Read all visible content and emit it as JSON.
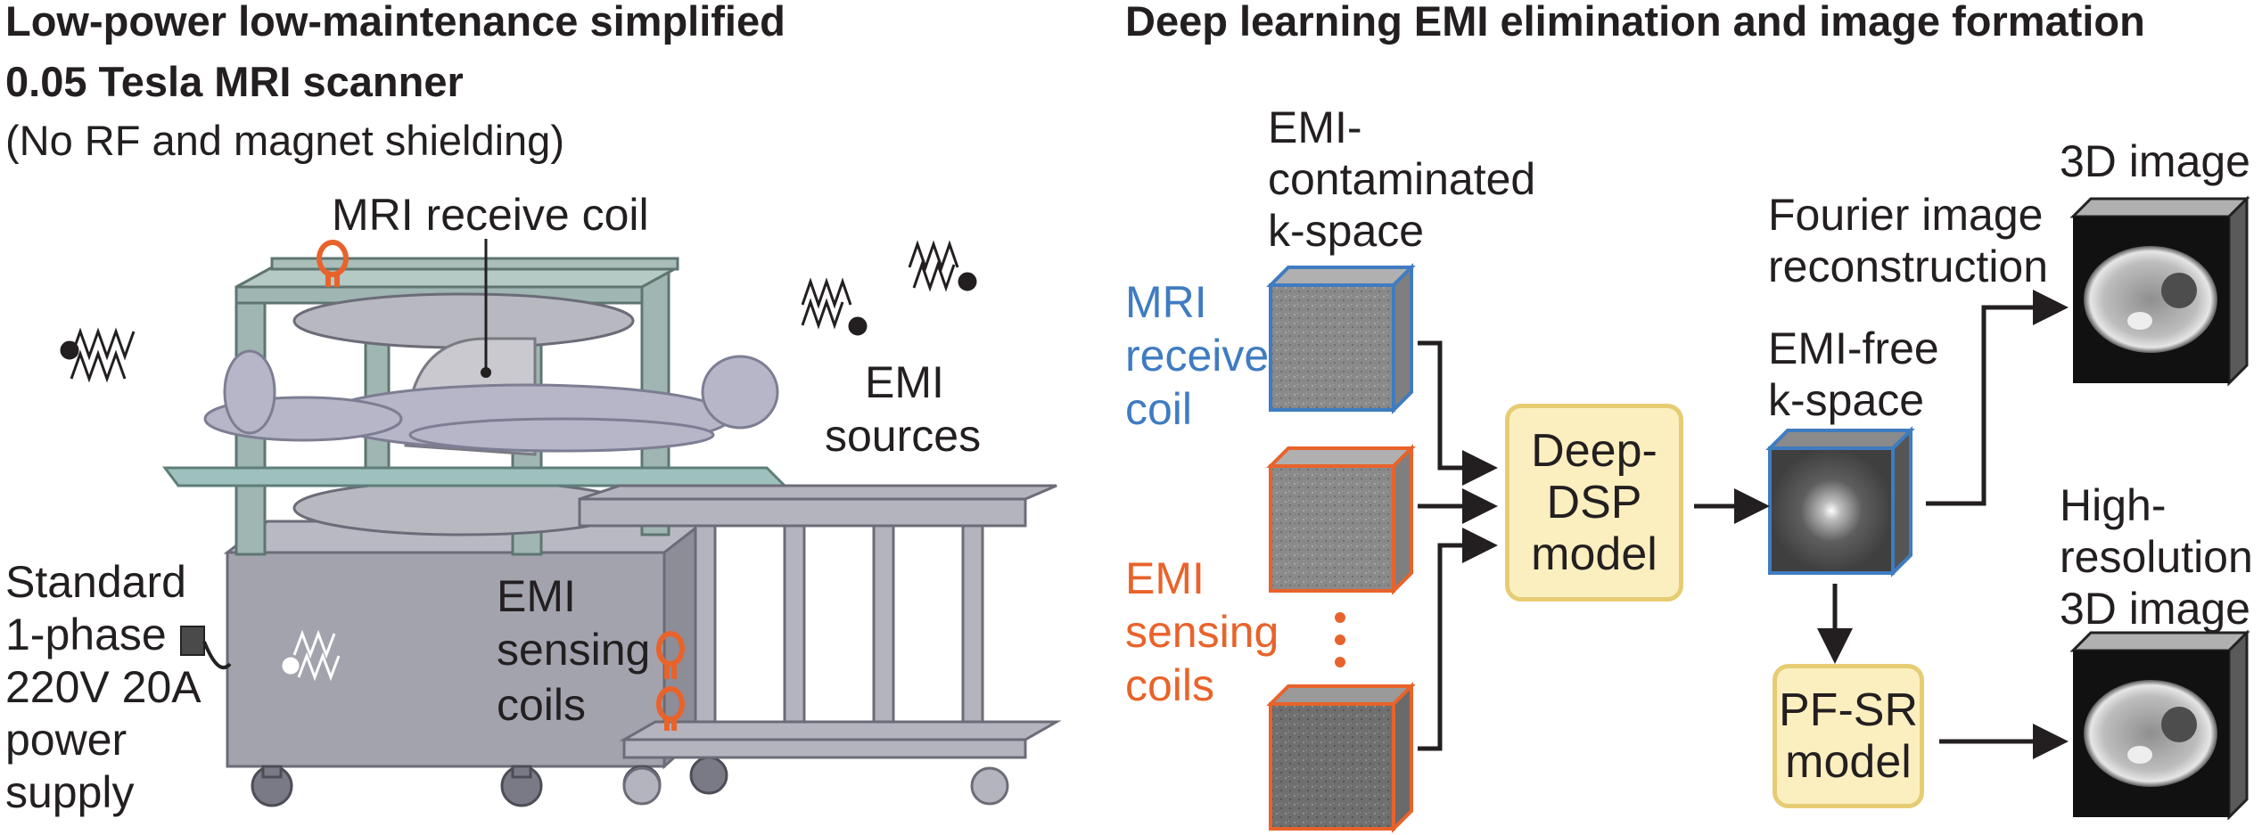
{
  "left_panel": {
    "title_line1": "Low-power low-maintenance simplified",
    "title_line2": "0.05 Tesla MRI scanner",
    "subtitle": "(No RF and magnet shielding)",
    "label_receive_coil": "MRI receive coil",
    "label_emi_sources_1": "EMI",
    "label_emi_sources_2": "sources",
    "label_emi_sensing_1": "EMI",
    "label_emi_sensing_2": "sensing",
    "label_emi_sensing_3": "coils",
    "power_lines": [
      "Standard",
      "1-phase",
      "220V 20A",
      "power",
      "supply"
    ]
  },
  "right_panel": {
    "title": "Deep learning EMI elimination and image formation",
    "contaminated_lines": [
      "EMI-",
      "contaminated",
      "k-space"
    ],
    "mri_coil_lines": [
      "MRI",
      "receive",
      "coil"
    ],
    "emi_coil_lines": [
      "EMI",
      "sensing",
      "coils"
    ],
    "model1_lines": [
      "Deep-",
      "DSP",
      "model"
    ],
    "emi_free_lines": [
      "EMI-free",
      "k-space"
    ],
    "fourier_lines": [
      "Fourier image",
      "reconstruction"
    ],
    "image1_label": "3D image",
    "model2_lines": [
      "PF-SR",
      "model"
    ],
    "hires_lines": [
      "High-",
      "resolution",
      "3D image"
    ]
  },
  "colors": {
    "blue": "#3f7cc1",
    "orange": "#e8632b",
    "model_fill": "#fbefbf",
    "model_border": "#e6cc72",
    "frame": "#90a8a4",
    "base": "#9d9da8"
  },
  "icons": [
    "coil-loop-icon",
    "wave-icon",
    "power-plug-icon",
    "ellipsis-icon",
    "arrow-icon"
  ]
}
